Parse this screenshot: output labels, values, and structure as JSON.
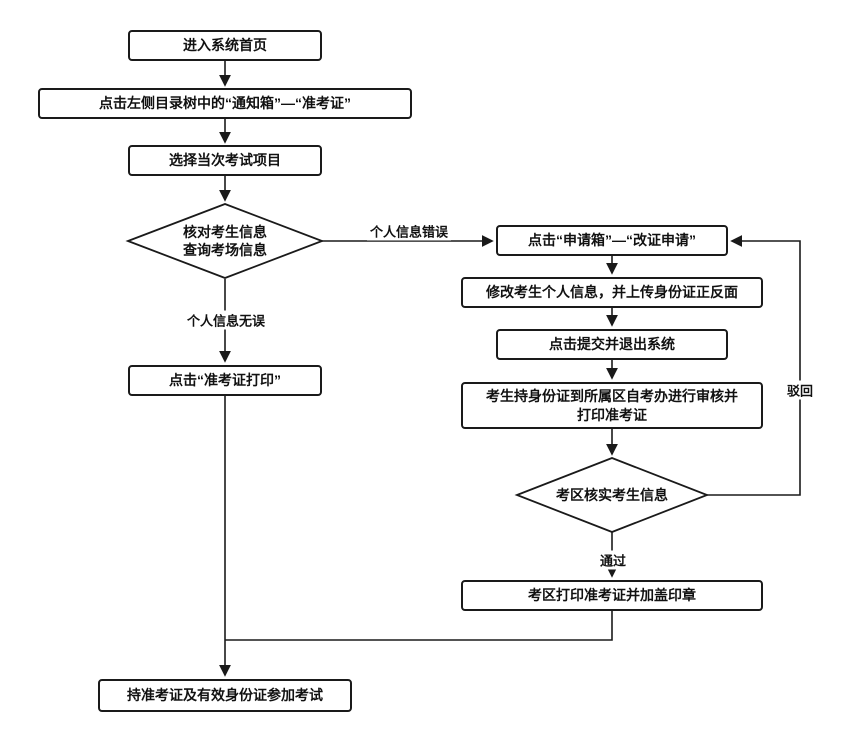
{
  "colors": {
    "line": "#1a1a1a",
    "node_border": "#1a1a1a",
    "node_fill": "#ffffff",
    "page_bg": "#ffffff"
  },
  "nodes": {
    "enter_home": {
      "label": "进入系统首页"
    },
    "notice_box": {
      "label": "点击左侧目录树中的“通知箱”—“准考证”"
    },
    "select_exam": {
      "label": "选择当次考试项目"
    },
    "verify_info": {
      "line1": "核对考生信息",
      "line2": "查询考场信息"
    },
    "print_ticket": {
      "label": "点击“准考证打印”"
    },
    "attend_exam": {
      "label": "持准考证及有效身份证参加考试"
    },
    "apply_change": {
      "label": "点击“申请箱”—“改证申请”"
    },
    "modify_info": {
      "label": "修改考生个人信息，并上传身份证正反面"
    },
    "submit_exit": {
      "label": "点击提交并退出系统"
    },
    "office_review": {
      "line1": "考生持身份证到所属区自考办进行审核并",
      "line2": "打印准考证"
    },
    "district_verify": {
      "label": "考区核实考生信息"
    },
    "district_print": {
      "label": "考区打印准考证并加盖印章"
    }
  },
  "edge_labels": {
    "info_error": "个人信息错误",
    "info_ok": "个人信息无误",
    "pass": "通过",
    "reject": "驳回"
  }
}
